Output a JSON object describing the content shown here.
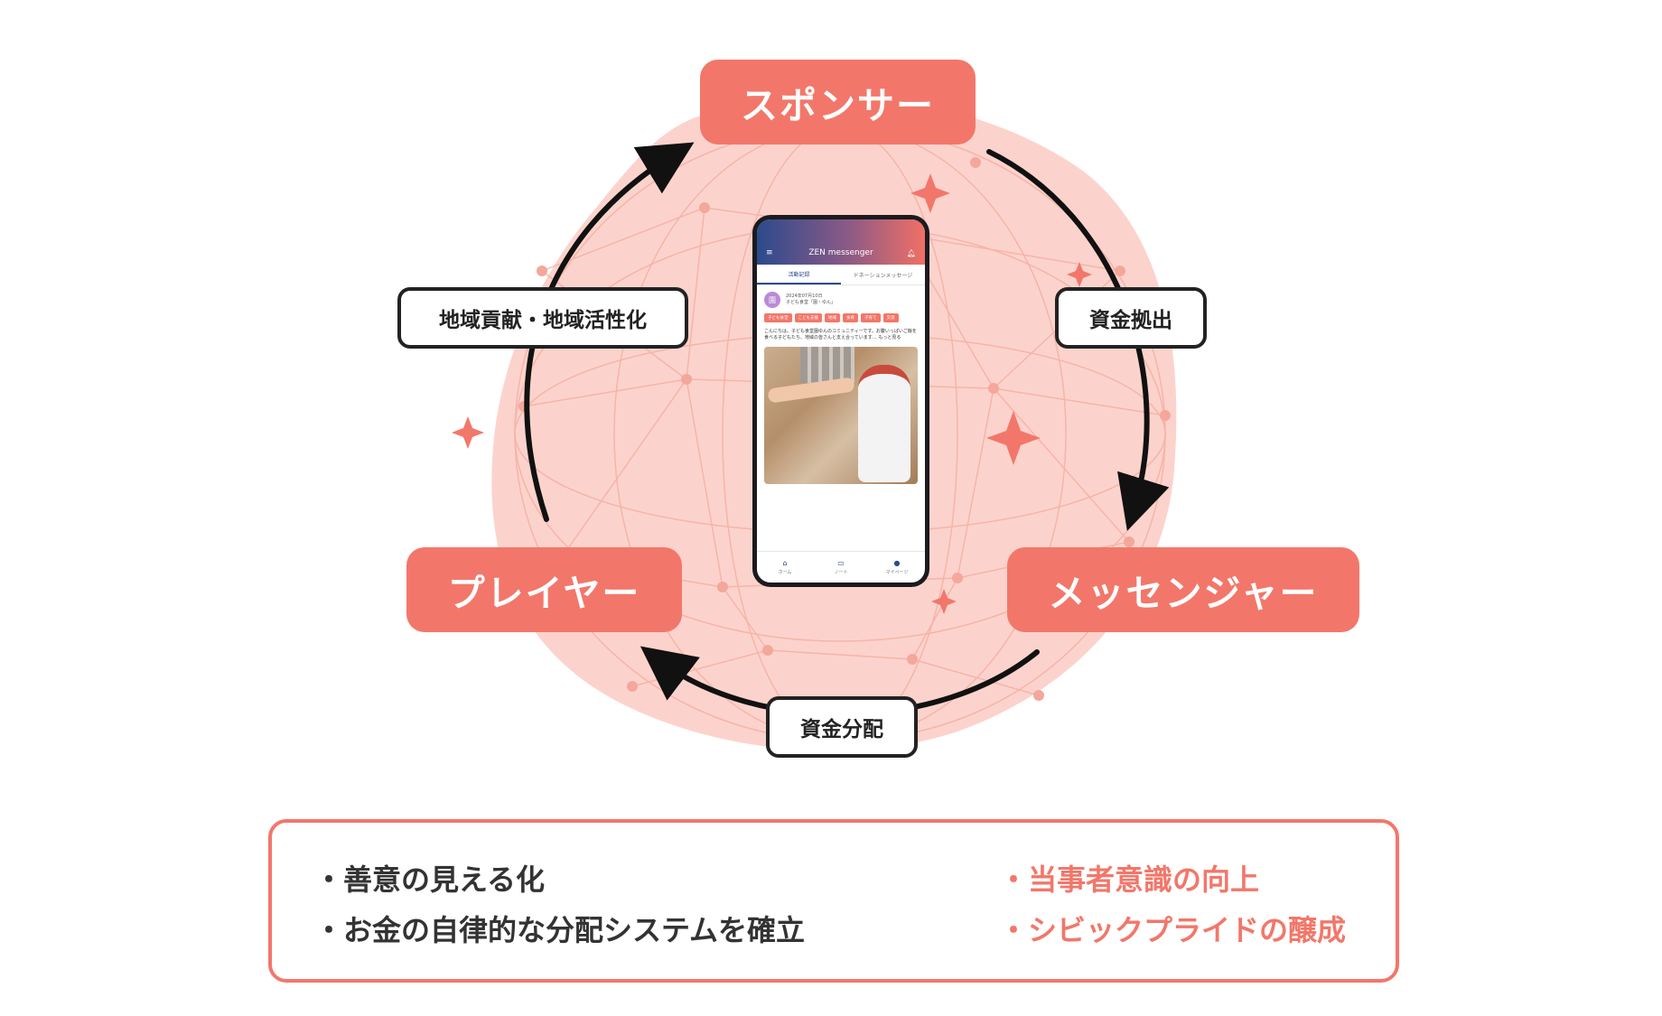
{
  "roles": {
    "sponsor": "スポンサー",
    "player": "プレイヤー",
    "messenger": "メッセンジャー"
  },
  "flows": {
    "player_to_sponsor": "地域貢献・地域活性化",
    "sponsor_to_messenger": "資金拠出",
    "messenger_to_player": "資金分配"
  },
  "phone": {
    "app_title": "ZEN messenger",
    "tabs": [
      "活動記録",
      "ドネーションメッセージ"
    ],
    "avatar_letter": "園",
    "post_meta": [
      "2024年07月10日",
      "子ども食堂「園・ゆん」"
    ],
    "tags": [
      "子ども食堂",
      "こども支援",
      "地域",
      "食育",
      "子育て",
      "交流"
    ],
    "post_text": "こんにちは。子ども食堂園ゆんのコミュニティーです。お腹いっぱいご飯を食べる子どもたち、地域の皆さんと支え合っています… もっと見る",
    "bottom_nav": [
      "ホーム",
      "ノート",
      "マイページ"
    ]
  },
  "summary": {
    "left": [
      "・善意の見える化",
      "・お金の自律的な分配システムを確立"
    ],
    "right": [
      "・当事者意識の向上",
      "・シビックプライドの醸成"
    ]
  },
  "colors": {
    "accent": "#f2776a",
    "blob": "#fcd3cc",
    "dark": "#222222"
  }
}
